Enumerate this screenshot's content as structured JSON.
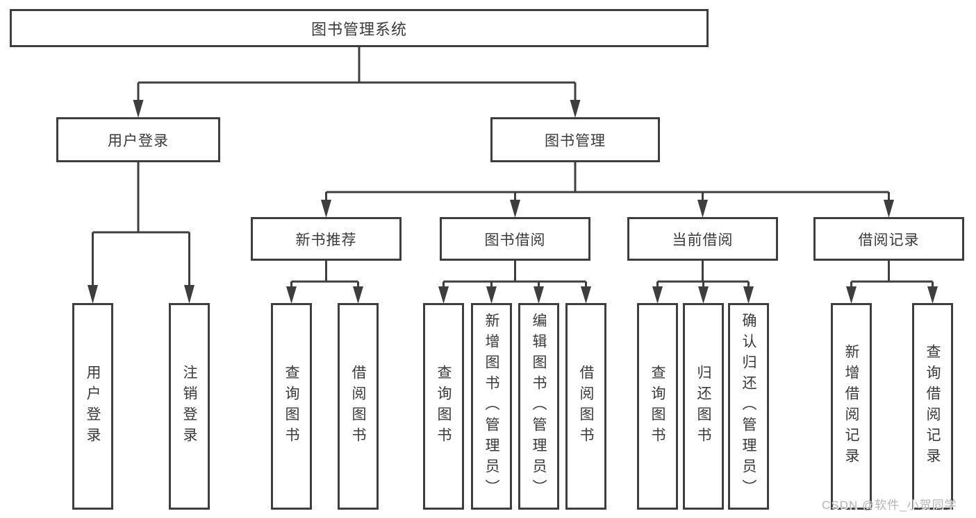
{
  "root": {
    "label": "图书管理系统",
    "children": [
      {
        "label": "用户登录",
        "children": [
          {
            "label": "用户登录"
          },
          {
            "label": "注销登录"
          }
        ]
      },
      {
        "label": "图书管理",
        "children": [
          {
            "label": "新书推荐",
            "children": [
              {
                "label": "查询图书"
              },
              {
                "label": "借阅图书"
              }
            ]
          },
          {
            "label": "图书借阅",
            "children": [
              {
                "label": "查询图书"
              },
              {
                "label": "新增图书（管理员）"
              },
              {
                "label": "编辑图书（管理员）"
              },
              {
                "label": "借阅图书"
              }
            ]
          },
          {
            "label": "当前借阅",
            "children": [
              {
                "label": "查询图书"
              },
              {
                "label": "归还图书"
              },
              {
                "label": "确认归还（管理员）"
              }
            ]
          },
          {
            "label": "借阅记录",
            "children": [
              {
                "label": "新增借阅记录"
              },
              {
                "label": "查询借阅记录"
              }
            ]
          }
        ]
      }
    ]
  },
  "watermark": "CSDN @软件_小贺同学",
  "colors": {
    "line": "#3e3e3e",
    "text": "#3a3a3a",
    "watermark": "#b5b5b5",
    "background": "#ffffff"
  }
}
